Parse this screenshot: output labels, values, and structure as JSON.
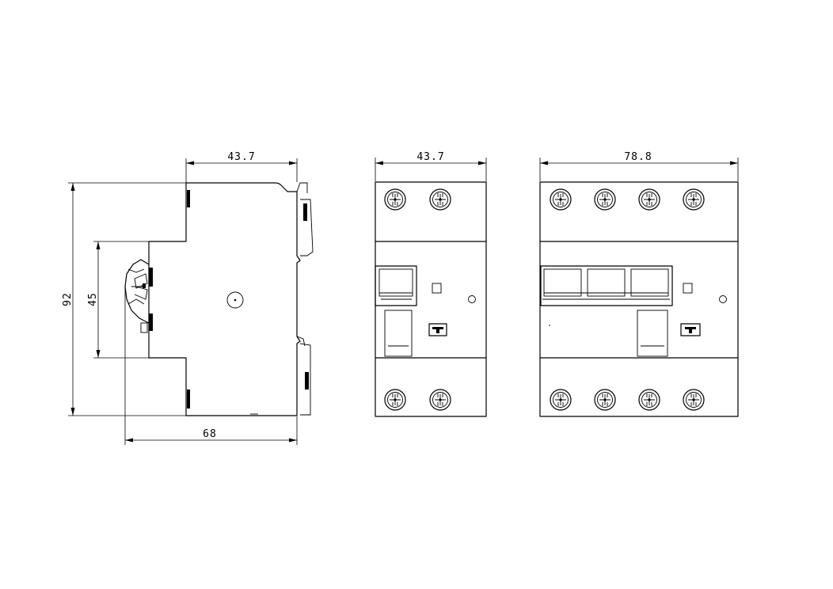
{
  "dimensions": {
    "side_top_width": "43.7",
    "side_height_total": "92",
    "side_height_inner": "45",
    "side_depth": "68",
    "front_2pole_width": "43.7",
    "front_4pole_width": "78.8"
  },
  "views": {
    "side": {
      "name": "side-view"
    },
    "front_2pole": {
      "name": "front-view-2-pole",
      "terminals_per_row": 2
    },
    "front_4pole": {
      "name": "front-view-4-pole",
      "terminals_per_row": 4
    }
  },
  "colors": {
    "line": "#000000",
    "background": "#ffffff"
  }
}
